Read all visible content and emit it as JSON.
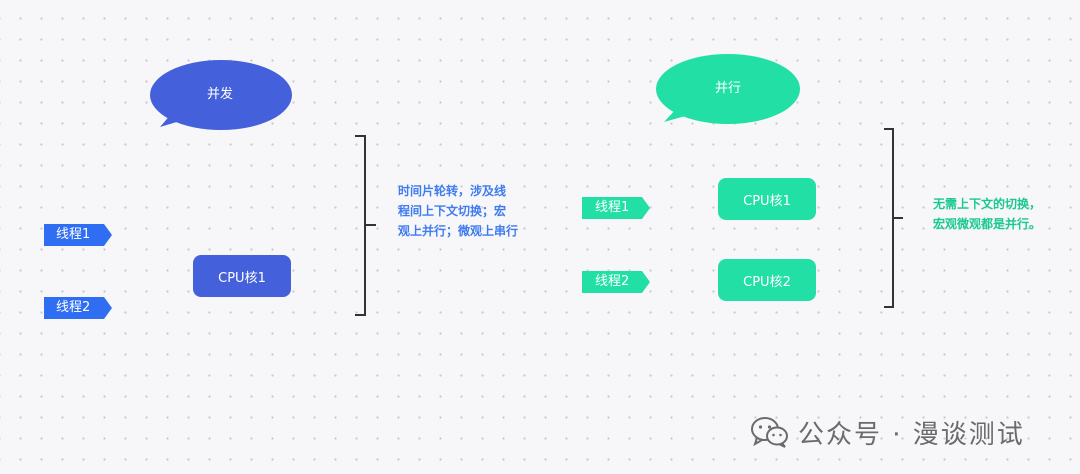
{
  "concurrency": {
    "title": "并发",
    "threads": [
      "线程1",
      "线程2"
    ],
    "core": "CPU核1",
    "note_lines": [
      "时间片轮转，涉及线",
      "程间上下文切换；宏",
      "观上并行；微观上串行"
    ]
  },
  "parallelism": {
    "title": "并行",
    "threads": [
      "线程1",
      "线程2"
    ],
    "cores": [
      "CPU核1",
      "CPU核2"
    ],
    "note_lines": [
      "无需上下文的切换，",
      "宏观微观都是并行。"
    ]
  },
  "watermark": {
    "text": "公众号 · 漫谈测试",
    "icon": "wechat-icon"
  },
  "colors": {
    "concurrency_bubble": "#4560db",
    "thread_arrow_blue": "#2f6ef2",
    "core_blue": "#4560db",
    "note_blue": "#3f7cf0",
    "parallel_green": "#22dfa5",
    "note_green": "#19c98e",
    "bracket": "#333333"
  }
}
